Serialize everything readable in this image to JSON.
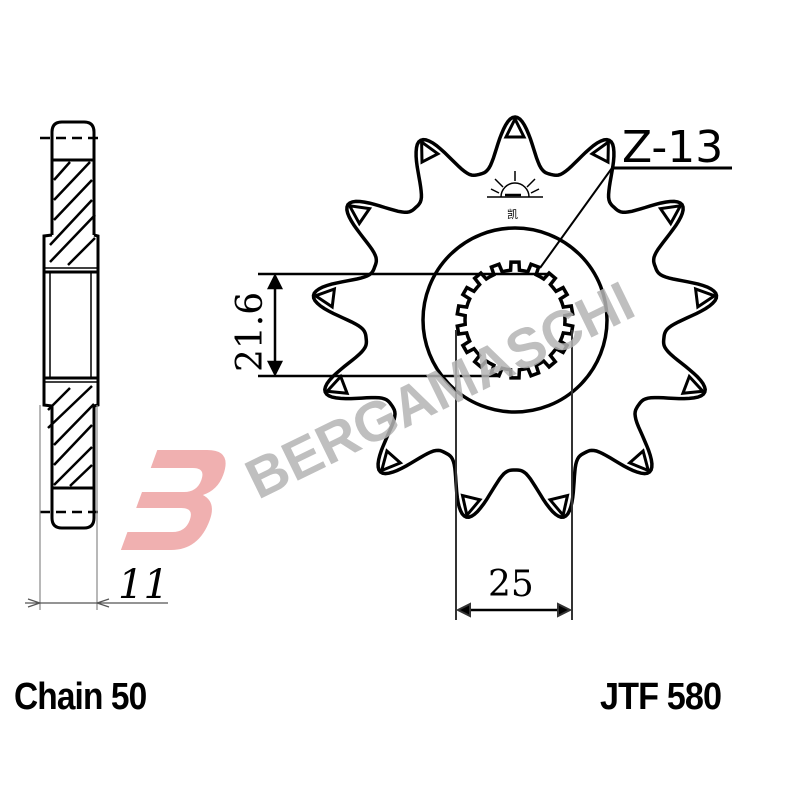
{
  "drawing": {
    "teeth_label": "Z-13",
    "bore_dimension": "21.6",
    "spline_width_dimension": "25",
    "thickness_dimension": "11",
    "symbol_char": "凯"
  },
  "footer": {
    "chain": "Chain 50",
    "part_number": "JTF 580"
  },
  "watermark": {
    "text": "BERGAMASCHI",
    "logo_letter": "B",
    "logo_color": "#e8a0a0",
    "text_color": "#b8b8b8"
  }
}
